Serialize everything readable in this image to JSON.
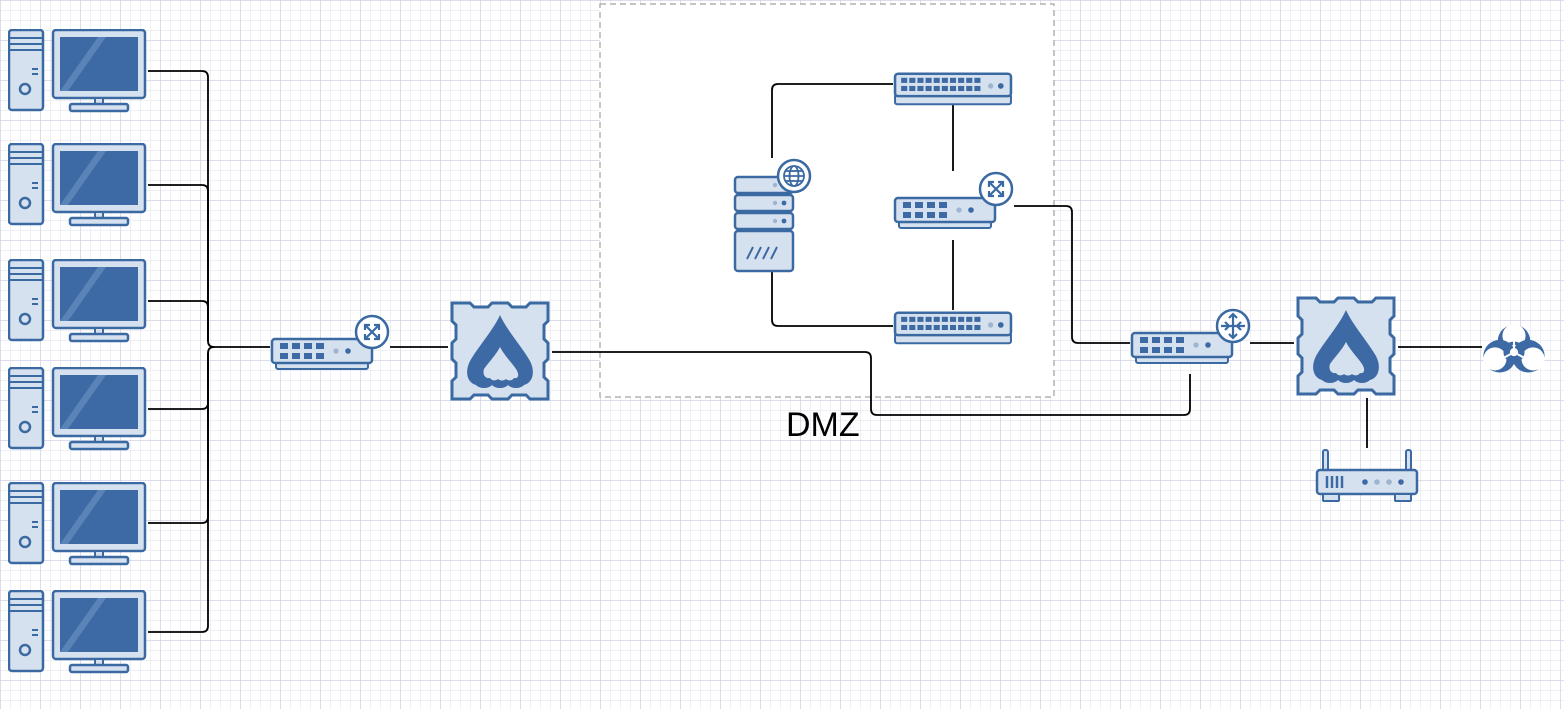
{
  "zone": {
    "label": "DMZ"
  },
  "colors": {
    "icon_fill": "#3d6aa4",
    "icon_light": "#d6e1ef",
    "icon_stroke": "#3b6aa2",
    "wire": "#000000",
    "zone_border": "#b3b3b3"
  },
  "nodes": [
    {
      "id": "workstation-1",
      "icon": "tower-and-monitor-icon"
    },
    {
      "id": "workstation-2",
      "icon": "tower-and-monitor-icon"
    },
    {
      "id": "workstation-3",
      "icon": "tower-and-monitor-icon"
    },
    {
      "id": "workstation-4",
      "icon": "tower-and-monitor-icon"
    },
    {
      "id": "workstation-5",
      "icon": "tower-and-monitor-icon"
    },
    {
      "id": "workstation-6",
      "icon": "tower-and-monitor-icon"
    },
    {
      "id": "lan-layer3-switch",
      "icon": "layer3-switch-icon"
    },
    {
      "id": "internal-firewall",
      "icon": "firewall-icon"
    },
    {
      "id": "dmz-web-server",
      "icon": "web-server-icon"
    },
    {
      "id": "dmz-switch-top",
      "icon": "switch-icon"
    },
    {
      "id": "dmz-layer3-switch",
      "icon": "layer3-switch-icon"
    },
    {
      "id": "dmz-switch-bottom",
      "icon": "switch-icon"
    },
    {
      "id": "edge-router-switch",
      "icon": "router-switch-icon"
    },
    {
      "id": "external-firewall",
      "icon": "firewall-icon"
    },
    {
      "id": "wireless-router",
      "icon": "wireless-router-icon"
    },
    {
      "id": "internet-threat",
      "icon": "biohazard-icon"
    }
  ],
  "links": [
    [
      "workstation-1",
      "lan-layer3-switch"
    ],
    [
      "workstation-2",
      "lan-layer3-switch"
    ],
    [
      "workstation-3",
      "lan-layer3-switch"
    ],
    [
      "workstation-4",
      "lan-layer3-switch"
    ],
    [
      "workstation-5",
      "lan-layer3-switch"
    ],
    [
      "workstation-6",
      "lan-layer3-switch"
    ],
    [
      "lan-layer3-switch",
      "internal-firewall"
    ],
    [
      "internal-firewall",
      "edge-router-switch"
    ],
    [
      "dmz-web-server",
      "dmz-switch-top"
    ],
    [
      "dmz-web-server",
      "dmz-switch-bottom"
    ],
    [
      "dmz-switch-top",
      "dmz-layer3-switch"
    ],
    [
      "dmz-layer3-switch",
      "dmz-switch-bottom"
    ],
    [
      "dmz-layer3-switch",
      "edge-router-switch"
    ],
    [
      "edge-router-switch",
      "external-firewall"
    ],
    [
      "external-firewall",
      "internet-threat"
    ],
    [
      "external-firewall",
      "wireless-router"
    ]
  ]
}
